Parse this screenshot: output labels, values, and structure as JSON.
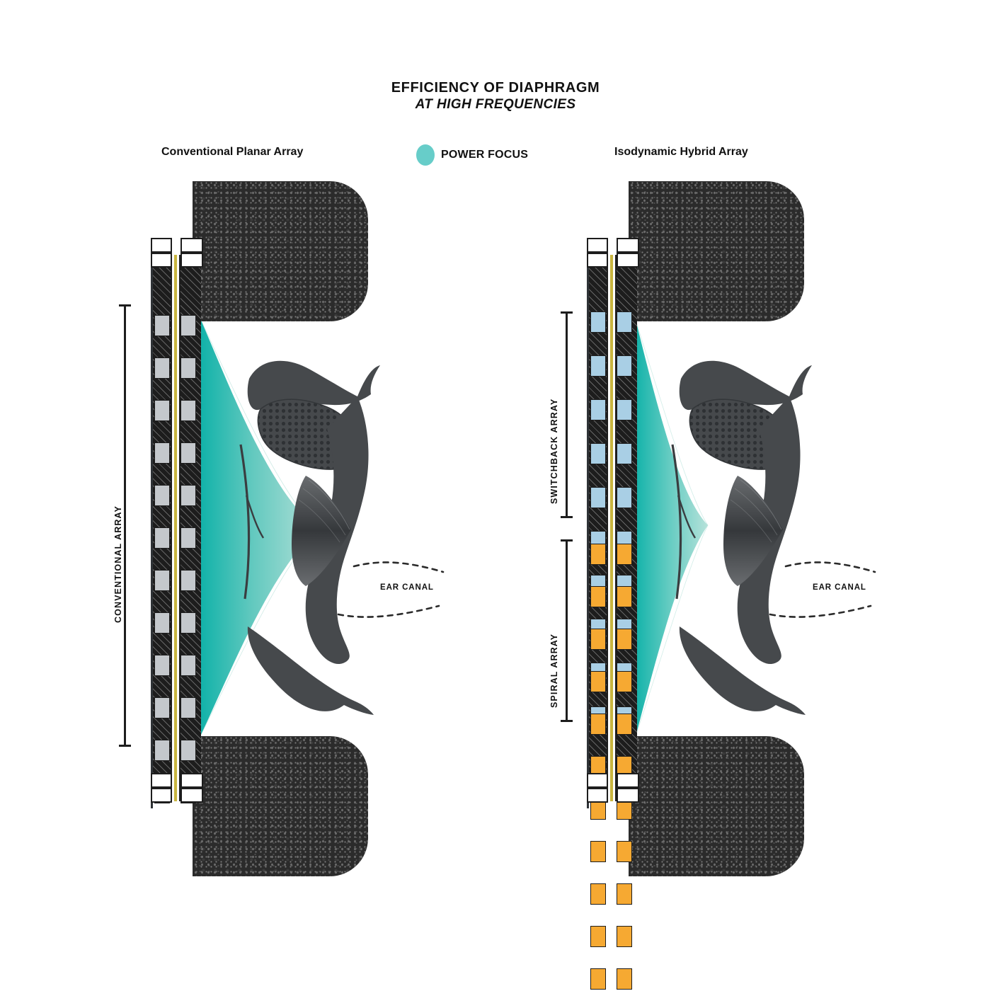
{
  "header": {
    "title_line1": "EFFICIENCY OF DIAPHRAGM",
    "title_line2": "AT HIGH FREQUENCIES"
  },
  "legend": {
    "left_label": "Conventional Planar Array",
    "right_label": "Isodynamic Hybrid Array",
    "focus_label": "POWER FOCUS",
    "focus_dot_icon": "teal-ellipse-icon",
    "focus_color": "#67cdc9"
  },
  "left_panel": {
    "bracket_label": "CONVENTIONAL ARRAY",
    "magnet_color": "#c4c8cc",
    "magnet_count": 12,
    "diaphragm_color": "#c9b53f",
    "callout": "EAR CANAL"
  },
  "right_panel": {
    "bracket_label_top": "SWITCHBACK ARRAY",
    "bracket_label_bottom": "SPIRAL ARRAY",
    "magnet_color_top": "#a9cfe5",
    "magnet_color_bottom": "#f6a932",
    "magnet_count_top": 10,
    "magnet_count_bottom": 11,
    "diaphragm_color": "#c9b53f",
    "callout": "EAR CANAL"
  },
  "palette": {
    "teal_dark": "#17b3ab",
    "teal_light": "#a8dcd4",
    "ink": "#111111",
    "foam": "#2b2b2b",
    "ear_grey": "#4a4d50"
  }
}
